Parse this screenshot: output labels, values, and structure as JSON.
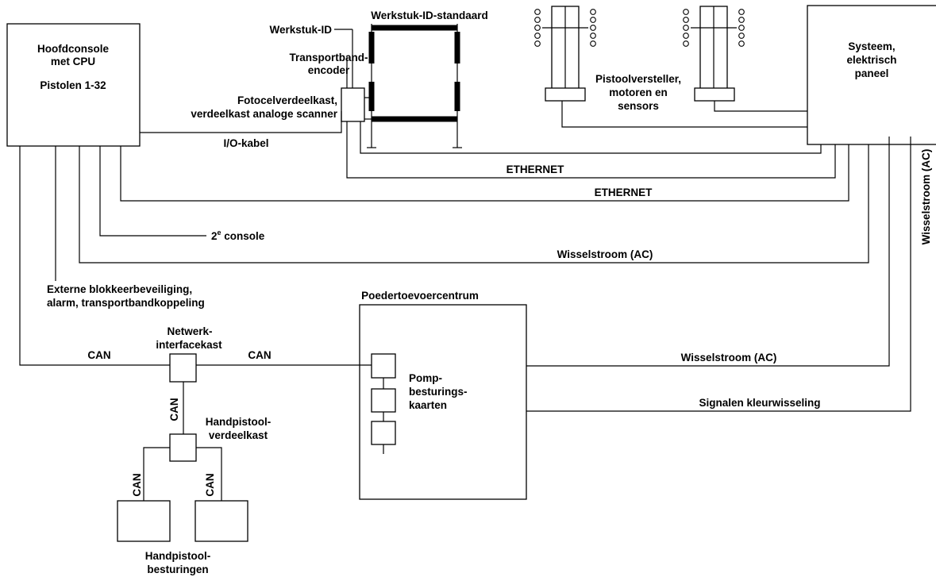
{
  "labels": {
    "main_console_1": "Hoofdconsole",
    "main_console_2": "met CPU",
    "main_console_3": "Pistolen 1-32",
    "workpiece_id": "Werkstuk-ID",
    "conveyor_encoder_1": "Transportband-",
    "conveyor_encoder_2": "encoder",
    "photocell_1": "Fotocelverdeelkast,",
    "photocell_2": "verdeelkast analoge scanner",
    "io_cable": "I/O-kabel",
    "id_stand": "Werkstuk-ID-standaard",
    "gun_mover_1": "Pistoolversteller,",
    "gun_mover_2": "motoren en",
    "gun_mover_3": "sensors",
    "system_panel_1": "Systeem,",
    "system_panel_2": "elektrisch",
    "system_panel_3": "paneel",
    "ethernet_1": "ETHERNET",
    "ethernet_2": "ETHERNET",
    "second_console": "2",
    "second_console_sup": "e",
    "second_console_rest": " console",
    "ac_1": "Wisselstroom (AC)",
    "ac_vertical": "Wisselstroom (AC)",
    "external_1": "Externe blokkeerbeveiliging,",
    "external_2": "alarm, transportbandkoppeling",
    "powder_center": "Poedertoevoercentrum",
    "network_box_1": "Netwerk-",
    "network_box_2": "interfacekast",
    "can_left": "CAN",
    "can_mid": "CAN",
    "can_vertical": "CAN",
    "pump_1": "Pomp-",
    "pump_2": "besturings-",
    "pump_3": "kaarten",
    "ac_2": "Wisselstroom (AC)",
    "color_change": "Signalen kleurwisseling",
    "hand_junction_1": "Handpistool-",
    "hand_junction_2": "verdeelkast",
    "can_left_lower": "CAN",
    "can_right_lower": "CAN",
    "hand_controls_1": "Handpistool-",
    "hand_controls_2": "besturingen"
  }
}
